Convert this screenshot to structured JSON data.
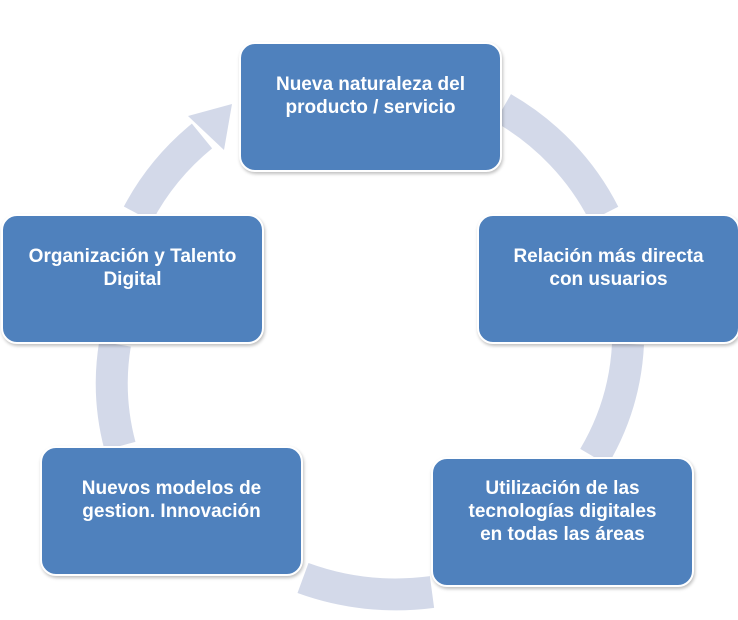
{
  "diagram": {
    "type": "cycle",
    "colors": {
      "node_fill": "#4f81bd",
      "node_text": "#ffffff",
      "ring": "#d3d9e9"
    },
    "nodes": [
      {
        "label": "Nueva naturaleza del\nproducto / servicio"
      },
      {
        "label": "Relación más directa\ncon usuarios"
      },
      {
        "label": "Utilización de las\ntecnologías digitales\nen todas las áreas"
      },
      {
        "label": "Nuevos modelos de\ngestion. Innovación"
      },
      {
        "label": "Organización y Talento\nDigital"
      }
    ]
  }
}
